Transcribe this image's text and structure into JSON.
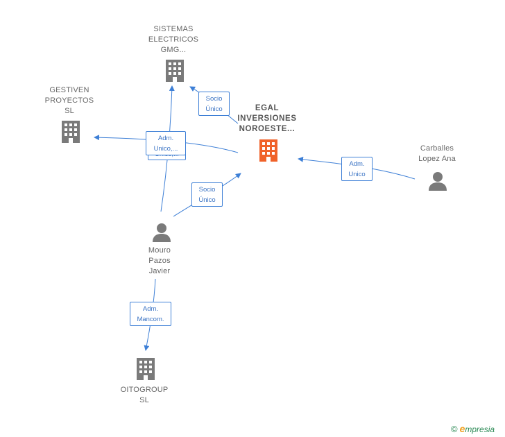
{
  "nodes": {
    "sistemas": {
      "label": "SISTEMAS\nELECTRICOS\nGMG...",
      "type": "company"
    },
    "gestiven": {
      "label": "GESTIVEN\nPROYECTOS\nSL",
      "type": "company"
    },
    "egal": {
      "label": "EGAL\nINVERSIONES\nNOROESTE...",
      "type": "company-main"
    },
    "carballes": {
      "label": "Carballes\nLopez Ana",
      "type": "person"
    },
    "mouro": {
      "label": "Mouro\nPazos\nJavier",
      "type": "person"
    },
    "oitogroup": {
      "label": "OITOGROUP\nSL",
      "type": "company"
    }
  },
  "relations": {
    "sistemas_socio": "Socio\nÚnico",
    "gestiven_adm_back": "Unico,...",
    "gestiven_adm": "Adm.\nUnico,...",
    "egal_socio": "Socio\nÚnico",
    "carballes_adm": "Adm.\nUnico",
    "oito_adm": "Adm.\nMancom."
  },
  "colors": {
    "edge": "#3d7fd6",
    "company_icon": "#7a7a7a",
    "main_icon": "#f0622a",
    "person_icon": "#7a7a7a"
  },
  "watermark": {
    "copyright": "©",
    "brand_initial": "e",
    "brand_rest": "mpresia"
  }
}
